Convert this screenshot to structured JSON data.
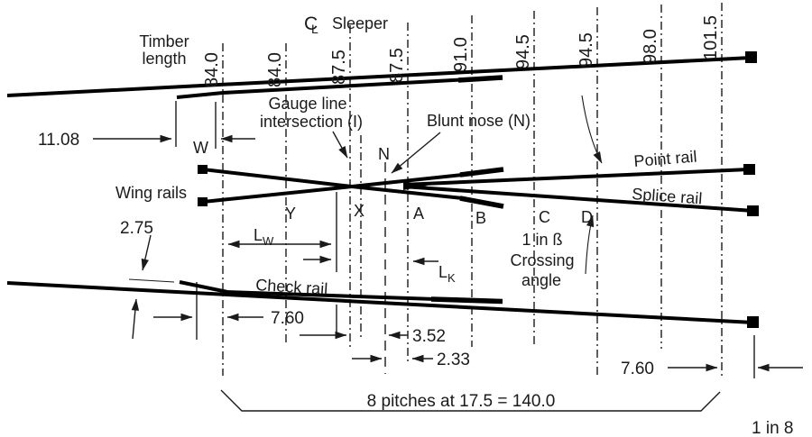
{
  "figure": {
    "centerline_c": "C",
    "centerline_l": "L",
    "sleeper_heading": "Sleeper",
    "timber_label_1": "Timber",
    "timber_label_2": "length"
  },
  "sleeper_spacings": [
    "84.0",
    "84.0",
    "87.5",
    "87.5",
    "91.0",
    "94.5",
    "94.5",
    "98.0",
    "101.5"
  ],
  "rail_labels": {
    "wing_rails": "Wing rails",
    "point_rail": "Point rail",
    "splice_rail": "Splice rail",
    "check_rail": "Check rail"
  },
  "callouts": {
    "gauge_line_1": "Gauge line",
    "gauge_line_2": "intersection (I)",
    "blunt_nose": "Blunt nose (N)"
  },
  "crossing_points": {
    "w": "W",
    "y": "Y",
    "x": "X",
    "n": "N",
    "a": "A",
    "b": "B",
    "c": "C",
    "d": "D"
  },
  "dimensions": {
    "stock_joint_offset": "11.08",
    "check_flare": "2.75",
    "front_spacing": "7.60",
    "x_to_n": "3.52",
    "n_to_a": "2.33",
    "rear_spacing": "7.60",
    "lw_base": "L",
    "lw_sub": "W",
    "lk_base": "L",
    "lk_sub": "K"
  },
  "crossing_angle": {
    "line_1": "1 in ß",
    "line_2": "Crossing",
    "line_3": "angle"
  },
  "pitch_note": "8 pitches at 17.5 = 140.0",
  "crossing_number": "1 in 8"
}
